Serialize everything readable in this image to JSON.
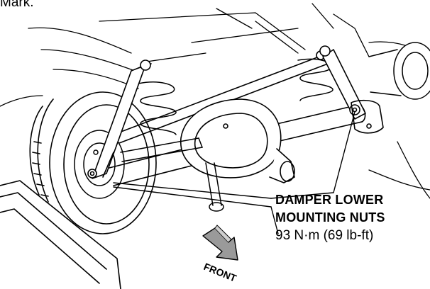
{
  "header": {
    "cut_off_text": "Mark."
  },
  "callout": {
    "line1": "DAMPER LOWER",
    "line2": "MOUNTING NUTS",
    "torque_spec": "93 N·m (69 lb-ft)"
  },
  "direction_arrow": {
    "label": "FRONT"
  },
  "colors": {
    "ink": "#000000",
    "paper": "#ffffff",
    "arrow_fill": "#9a9a9a"
  }
}
